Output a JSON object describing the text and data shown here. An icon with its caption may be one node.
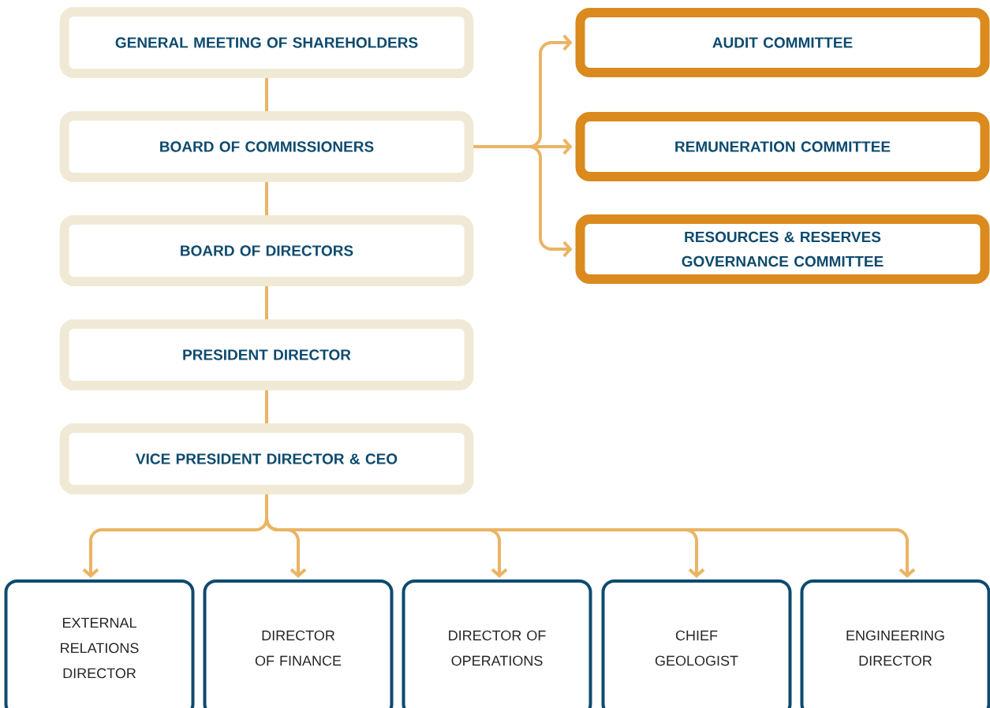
{
  "diagram": {
    "nodes": [
      {
        "text": [
          "GENERAL MEETING OF SHAREHOLDERS"
        ]
      },
      {
        "text": [
          "BOARD OF COMMISSIONERS"
        ]
      },
      {
        "text": [
          "BOARD OF DIRECTORS"
        ]
      },
      {
        "text": [
          "PRESIDENT DIRECTOR"
        ]
      },
      {
        "text": [
          "VICE PRESIDENT DIRECTOR & CEO"
        ]
      },
      {
        "text": [
          "AUDIT COMMITTEE"
        ]
      },
      {
        "text": [
          "REMUNERATION COMMITTEE"
        ]
      },
      {
        "text": [
          "RESOURCES & RESERVES GOVERNANCE COMMITTEE"
        ]
      },
      {
        "text": [
          "EXTERNAL RELATIONS DIRECTOR"
        ]
      },
      {
        "text": [
          "DIRECTOR OF FINANCE"
        ]
      },
      {
        "text": [
          "DIRECTOR OF OPERATIONS"
        ]
      },
      {
        "text": [
          "CHIEF GEOLOGIST"
        ]
      },
      {
        "text": [
          "ENGINEERING DIRECTOR"
        ]
      }
    ],
    "edges": [
      {
        "from": 0,
        "to": 1,
        "arrow": "none"
      },
      {
        "from": 1,
        "to": 2,
        "arrow": "none"
      },
      {
        "from": 2,
        "to": 3,
        "arrow": "none"
      },
      {
        "from": 3,
        "to": 4,
        "arrow": "none"
      },
      {
        "from": 1,
        "to": 5,
        "arrow": "to"
      },
      {
        "from": 1,
        "to": 6,
        "arrow": "to"
      },
      {
        "from": 1,
        "to": 7,
        "arrow": "to"
      },
      {
        "from": 4,
        "to": 8,
        "arrow": "to"
      },
      {
        "from": 4,
        "to": 9,
        "arrow": "to"
      },
      {
        "from": 4,
        "to": 10,
        "arrow": "to"
      },
      {
        "from": 4,
        "to": 11,
        "arrow": "to"
      },
      {
        "from": 4,
        "to": 12,
        "arrow": "to"
      }
    ]
  }
}
